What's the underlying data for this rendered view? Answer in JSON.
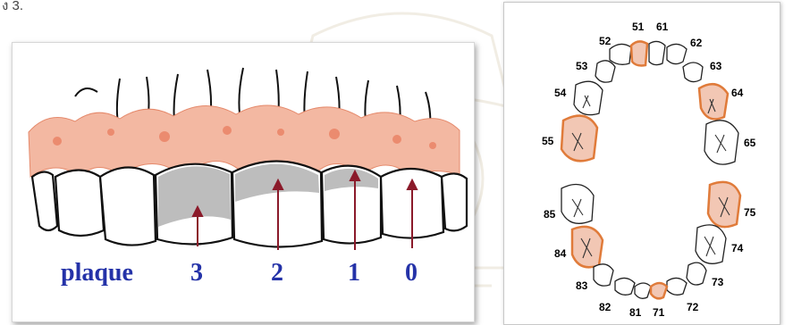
{
  "top_fragment": "ง 3.",
  "plaque_index": {
    "label": "plaque",
    "scores": [
      "3",
      "2",
      "1",
      "0"
    ]
  },
  "tooth_chart": {
    "upper_numbers": [
      "51",
      "61",
      "52",
      "62",
      "53",
      "63",
      "54",
      "64",
      "55",
      "65"
    ],
    "lower_numbers": [
      "85",
      "75",
      "84",
      "74",
      "83",
      "73",
      "82",
      "72",
      "81",
      "71"
    ],
    "highlighted": [
      "51",
      "64",
      "55",
      "75",
      "84",
      "71"
    ],
    "highlight_color": "#e07b3a",
    "highlight_fill": "#f2c7b4"
  },
  "colors": {
    "label_blue": "#2432a8",
    "arrow_red": "#8b1a2a",
    "plaque_gray": "#bdbdbd",
    "gum_pink": "#f3b8a2"
  }
}
